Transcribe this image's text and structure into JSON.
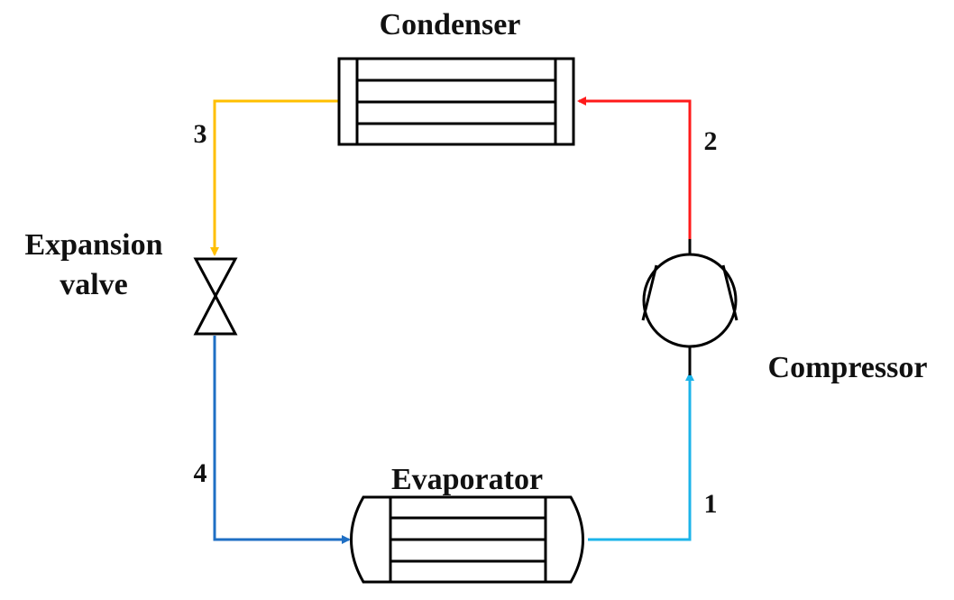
{
  "labels": {
    "condenser": "Condenser",
    "expansion_valve_line1": "Expansion",
    "expansion_valve_line2": "valve",
    "compressor": "Compressor",
    "evaporator": "Evaporator"
  },
  "state_points": {
    "p1": "1",
    "p2": "2",
    "p3": "3",
    "p4": "4"
  },
  "colors": {
    "outline": "#000000",
    "discharge_line": "#ff1a1a",
    "liquid_line": "#ffbf00",
    "two_phase_line": "#1f6fc4",
    "suction_line": "#1cb4ea"
  }
}
